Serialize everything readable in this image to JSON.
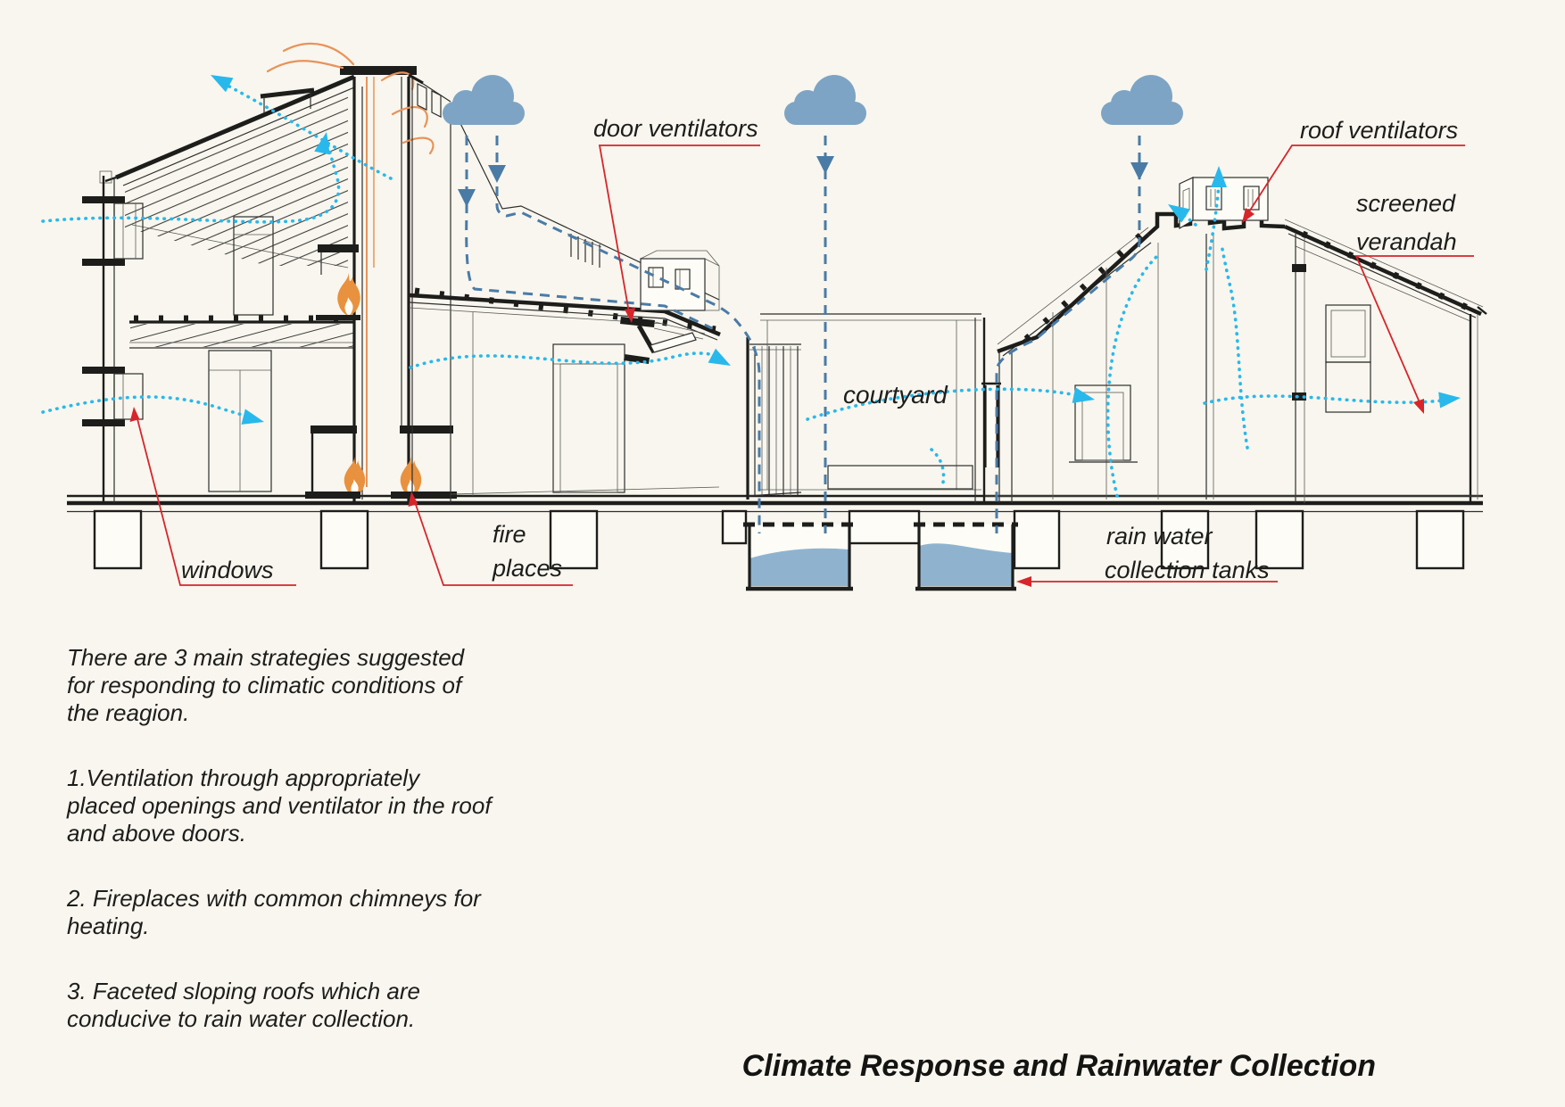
{
  "title": "Climate Response and Rainwater Collection",
  "labels": {
    "door_ventilators": "door ventilators",
    "roof_ventilators": "roof ventilators",
    "screened": "screened",
    "verandah": "verandah",
    "courtyard": "courtyard",
    "windows": "windows",
    "fire": "fire",
    "places": "places",
    "rain_water": "rain water",
    "collection_tanks": "collection tanks"
  },
  "notes": {
    "para1": "There are 3 main strategies suggested\nfor responding to climatic conditions of\nthe reagion.",
    "para2": "1.Ventilation through appropriately\nplaced openings and ventilator in the roof\nand above doors.",
    "para3": "2. Fireplaces with common chimneys for\nheating.",
    "para4": "3. Faceted sloping roofs which are\nconducive to rain water collection."
  },
  "icons": {
    "clouds": "rain-cloud",
    "rain_arrows": "dashed-rainwater-flow-arrow",
    "air_arrows": "dotted-airflow-arrow",
    "flames": "fireplace-flame",
    "tanks": "underground-water-tank"
  },
  "colors": {
    "background": "#f8f6ee",
    "ink": "#1d1d1b",
    "cloud_blue": "#7da4c4",
    "rain_blue": "#4a7ba7",
    "air_cyan": "#29b8ec",
    "flame_orange": "#e8913f",
    "leader_red": "#d6252b",
    "water_blue": "#8fb3cf"
  }
}
